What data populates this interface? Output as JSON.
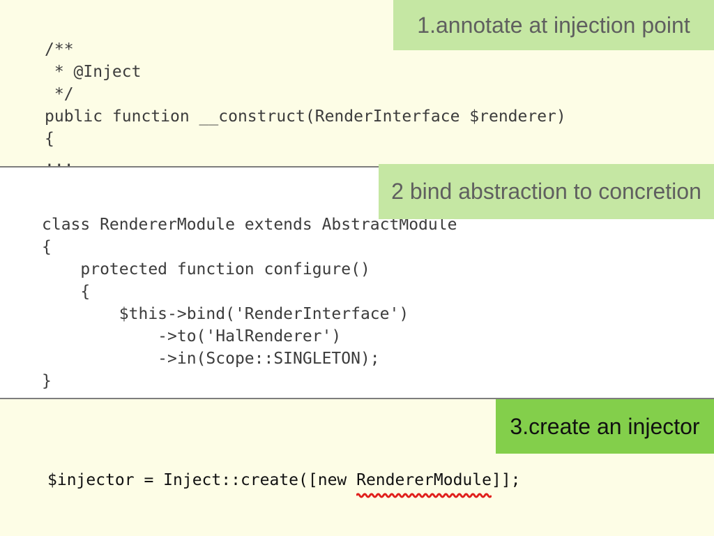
{
  "section1": {
    "label": "1.annotate at injection point",
    "code_lines": [
      "/**",
      " * @Inject",
      " */",
      "public function __construct(RenderInterface $renderer)",
      "{",
      "..."
    ]
  },
  "section2": {
    "label": "2 bind abstraction to concretion",
    "code_lines": [
      "class RendererModule extends AbstractModule",
      "{",
      "    protected function configure()",
      "    {",
      "        $this->bind('RenderInterface')",
      "            ->to('HalRenderer')",
      "            ->in(Scope::SINGLETON);",
      "}"
    ]
  },
  "section3": {
    "label": "3.create an injector",
    "code_prefix": "$injector = Inject::create([new ",
    "code_highlight": "RendererModule",
    "code_suffix": "]];"
  },
  "colors": {
    "section1_bg": "#fdfde6",
    "section3_bg": "#fdfde6",
    "label_light_green": "#c5e7a3",
    "label_dark_green": "#83cf4b",
    "divider": "#7d7d7d",
    "squiggle_red": "#e0201c"
  }
}
